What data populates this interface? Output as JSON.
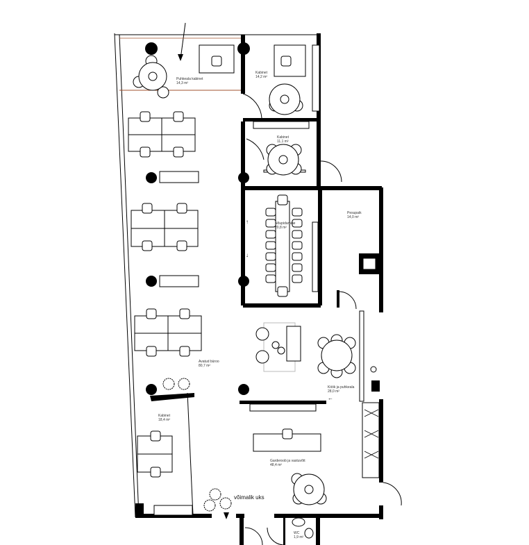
{
  "plan": {
    "rooms": [
      {
        "name": "Puhkeala kabinet",
        "area": "14,3 m²"
      },
      {
        "name": "Kabinet",
        "area": "14,2 m²"
      },
      {
        "name": "Kabinet",
        "area": "11,1 m²"
      },
      {
        "name": "Nõupidamine",
        "area": "20,8 m²"
      },
      {
        "name": "Pesupaik",
        "area": "14,0 m²"
      },
      {
        "name": "Avatud büroo",
        "area": "80,7 m²"
      },
      {
        "name": "Kabinet",
        "area": "18,4 m²"
      },
      {
        "name": "Köök ja puhkeala",
        "area": "28,0 m²"
      },
      {
        "name": "Garderoob ja vastuvõtt",
        "area": "48,4 m²"
      },
      {
        "name": "WC",
        "area": "1,9 m²"
      }
    ],
    "door_note": "võimalik uks"
  }
}
